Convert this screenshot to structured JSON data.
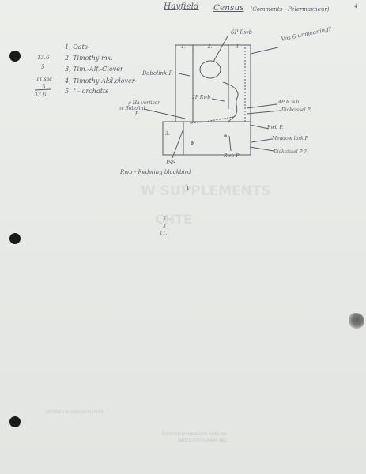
{
  "page_number": "4",
  "header": {
    "title": "Hayfield",
    "census": "Census",
    "note": "- (Comments - Pelermaeheur)"
  },
  "crop_list": [
    {
      "num": "1,",
      "label": "Oats-"
    },
    {
      "num": "2.",
      "label": "Timothy-mx."
    },
    {
      "num": "3,",
      "label": "Tim.-Alf.-Clover"
    },
    {
      "num": "4,",
      "label": "Timothy-Alsl.clover-"
    },
    {
      "num": "5.",
      "label": "\" - orchatts"
    }
  ],
  "margin_figures": [
    "13.6",
    "5",
    "11.sae",
    "5",
    "33.6"
  ],
  "map": {
    "field_numbers": [
      "1.",
      "2.",
      "3",
      "3."
    ],
    "labels": {
      "top": "6P Rwb",
      "top_right": "Vos 6 unmeaning?",
      "bobolink": "Bobolink P.",
      "mid": "2P Rwb",
      "right1": "4P R.w.b.",
      "right2": "Dickcissel P.",
      "right3": "Rwb P.",
      "right4": "Meadow lark P.",
      "right5": "Dickcissel P ?",
      "bottom": "Rwb P",
      "left_note1": "g Ha vertiser",
      "left_note2": "or Bobolink",
      "left_note3": "P.",
      "isb": "ISS.",
      "legend": "Rwb - Redwing blackbird"
    }
  },
  "scribble": [
    "5",
    "3",
    "11."
  ],
  "ghost_text": [
    "W SUPPLEMENTS",
    "CHTE"
  ],
  "faint_footer": [
    "CERTIFIED BY ANDERSON PAPER",
    "CERTIFIED BY ANDERSON PAPER CO.",
    "UNITED STATES PAPER MILL"
  ]
}
